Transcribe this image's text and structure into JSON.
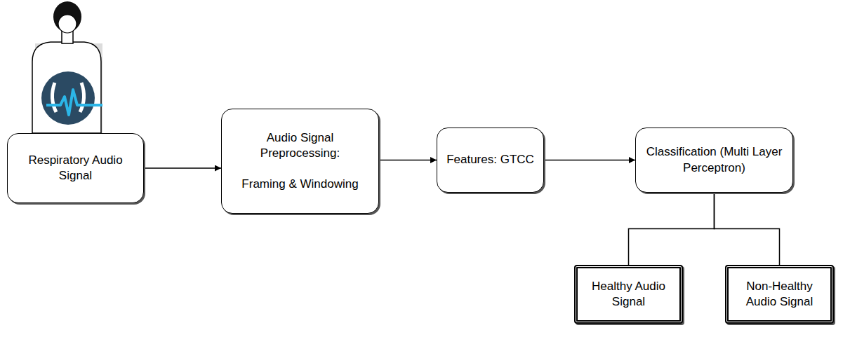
{
  "diagram": {
    "nodes": [
      {
        "text": [
          "Respiratory Audio Signal"
        ]
      },
      {
        "text": [
          "Audio Signal Preprocessing:",
          "Framing & Windowing"
        ]
      },
      {
        "text": [
          "Features: GTCC"
        ]
      },
      {
        "text": [
          "Classification (Multi Layer Perceptron)"
        ]
      },
      {
        "text": [
          "Healthy Audio Signal"
        ]
      },
      {
        "text": [
          "Non-Healthy Audio Signal"
        ]
      }
    ],
    "edges": [
      {
        "from": 0,
        "to": 1,
        "arrow": "to"
      },
      {
        "from": 1,
        "to": 2,
        "arrow": "to"
      },
      {
        "from": 2,
        "to": 3,
        "arrow": "to"
      },
      {
        "from": 3,
        "to": 4,
        "arrow": "none"
      },
      {
        "from": 3,
        "to": 5,
        "arrow": "none"
      }
    ]
  }
}
